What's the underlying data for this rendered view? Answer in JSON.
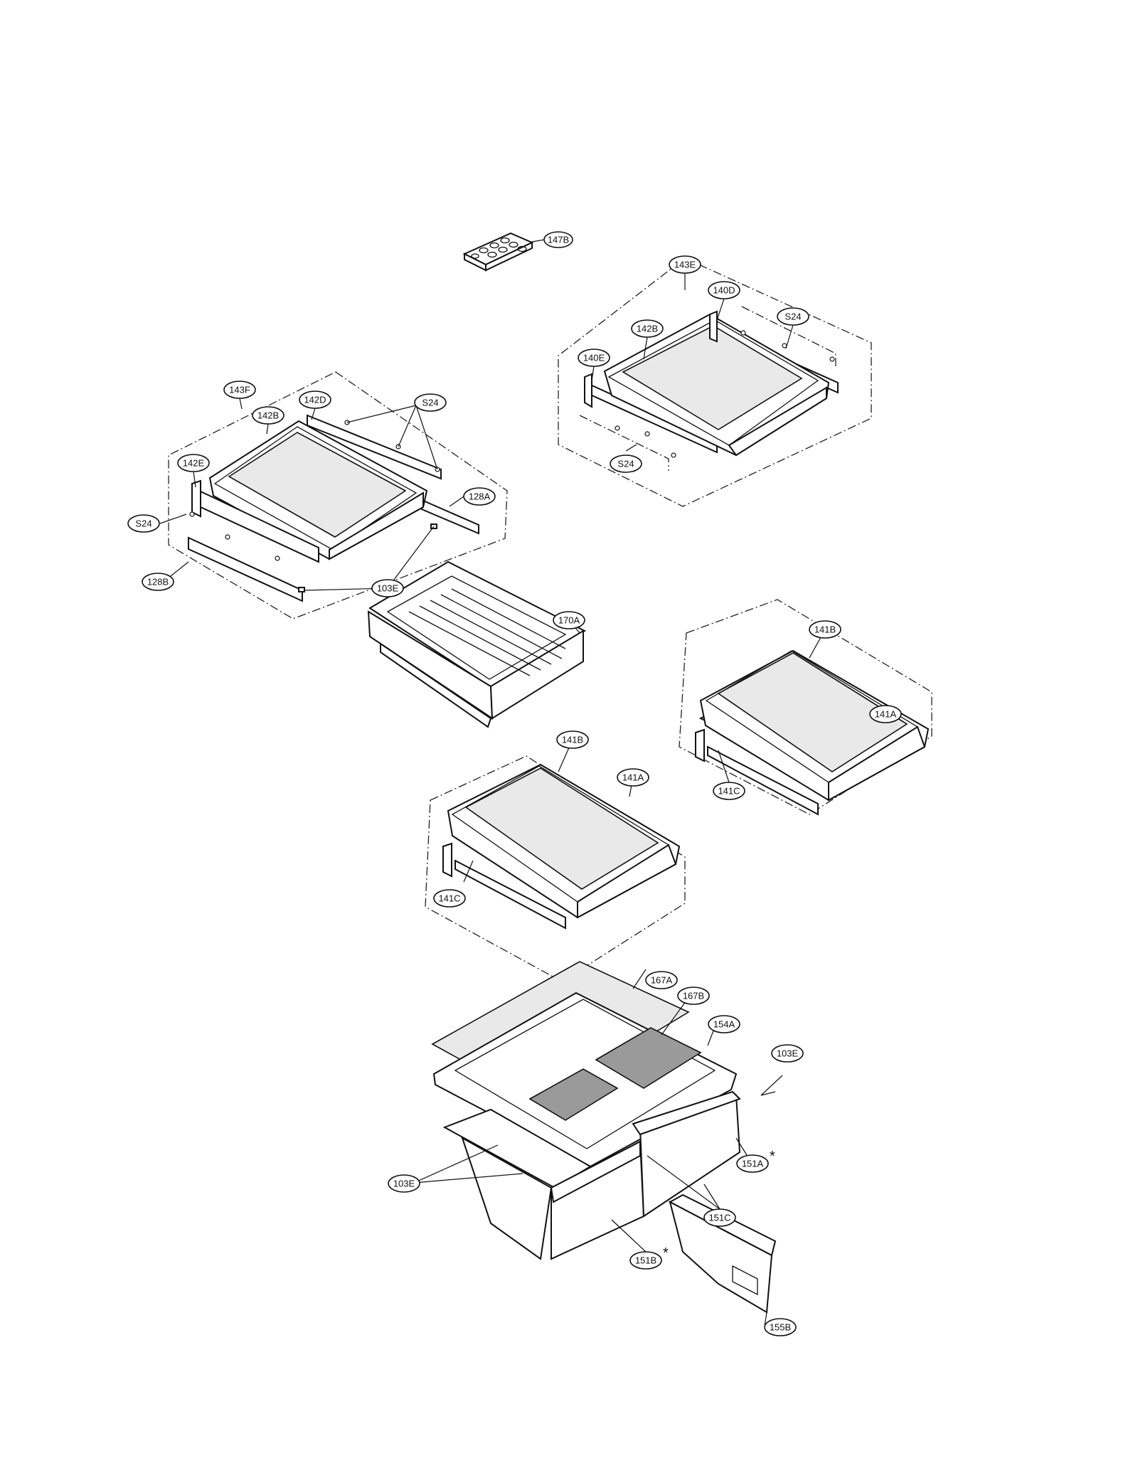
{
  "diagram": {
    "labels": {
      "l147B": "147B",
      "l143E": "143E",
      "l140D": "140D",
      "l142B_r": "142B",
      "l140E": "140E",
      "l24_r1": "S24",
      "l24_r2": "S24",
      "l143F": "143F",
      "l142D": "142D",
      "l142B_l": "142B",
      "l24_l1": "S24",
      "l142E": "142E",
      "l24_l2": "S24",
      "l128A": "128A",
      "l128B": "128B",
      "l103E_top": "103E",
      "l170A": "170A",
      "l141B_r": "141B",
      "l141A_r": "141A",
      "l141C_r": "141C",
      "l141B_m": "141B",
      "l141A_m": "141A",
      "l141C_m": "141C",
      "l167A": "167A",
      "l167B": "167B",
      "l154A": "154A",
      "l103E_r": "103E",
      "l103E_l": "103E",
      "l151A": "151A",
      "l151C": "151C",
      "l151B": "151B",
      "l155B": "155B"
    },
    "marks": {
      "asterisk_151A": "*",
      "asterisk_151B": "*"
    }
  },
  "colors": {
    "line": "#111111",
    "glass_fill": "#e9e9e9",
    "filter_fill": "#9a9a9a",
    "background": "#ffffff"
  }
}
